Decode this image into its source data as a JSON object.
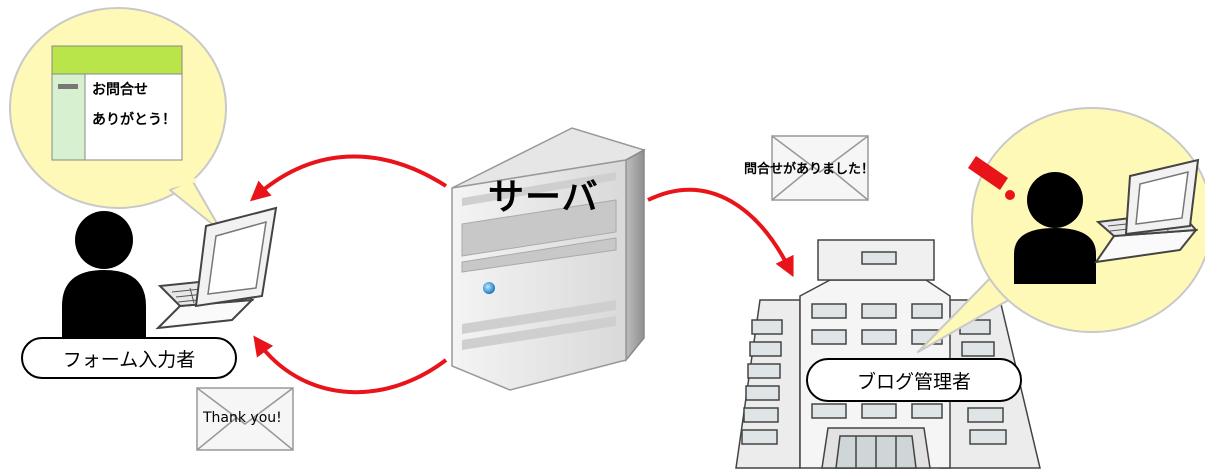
{
  "server": {
    "label": "サーバ",
    "icon": "server-icon"
  },
  "form_user": {
    "label": "フォーム入力者",
    "bubble_line1": "お問合せ",
    "bubble_line2": "ありがとう！"
  },
  "thank_you_mail": {
    "text": "Thank you!",
    "icon": "envelope-icon"
  },
  "notice_mail": {
    "text": "問合せがありました！",
    "icon": "envelope-icon"
  },
  "blog_admin": {
    "label": "ブログ管理者",
    "icon": "office-building-icon"
  },
  "colors": {
    "arrow": "#e8141a",
    "bubble": "#fff9b8",
    "bubble_border": "#c9c9c9",
    "header_green": "#b9e54a",
    "sidebar_green": "#d7f1d0"
  }
}
